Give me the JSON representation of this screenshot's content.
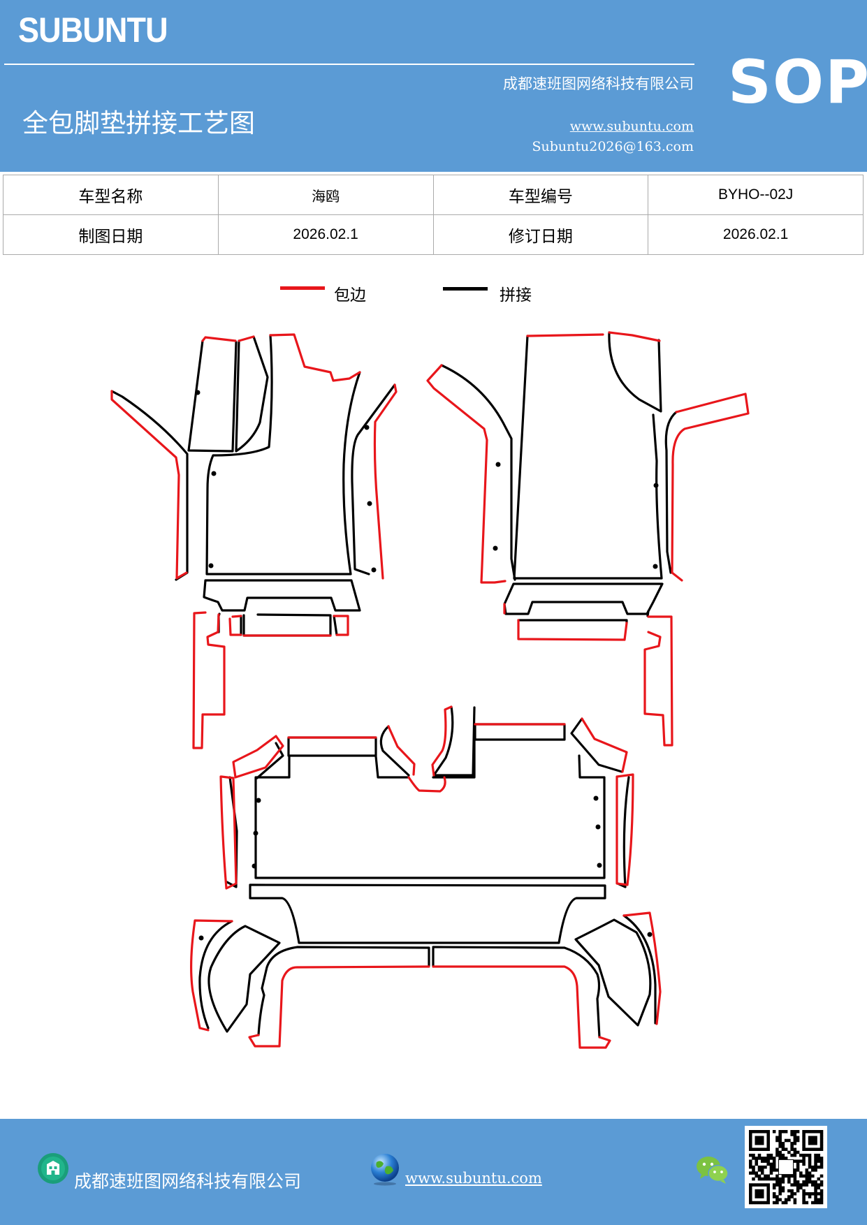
{
  "header": {
    "logo": "SUBUNTU",
    "badge": "SOP",
    "company": "成都速班图网络科技有限公司",
    "title": "全包脚垫拼接工艺图",
    "url": "www.subuntu.com",
    "email": "Subuntu2026@163.com"
  },
  "info_table": {
    "rows": [
      {
        "label1": "车型名称",
        "value1": "海鸥",
        "label2": "车型编号",
        "value2": "BYHO--02J"
      },
      {
        "label1": "制图日期",
        "value1": "2026.02.1",
        "label2": "修订日期",
        "value2": "2026.02.1"
      }
    ]
  },
  "legend": [
    {
      "label": "包边",
      "color": "#e8161b"
    },
    {
      "label": "拼接",
      "color": "#000000"
    }
  ],
  "footer": {
    "company": "成都速班图网络科技有限公司",
    "url": "www.subuntu.com "
  },
  "icons": [
    "building-icon",
    "globe-icon",
    "wechat-icon",
    "qr-code"
  ],
  "colors": {
    "brand_blue": "#5b9bd5",
    "edge_red": "#e8161b",
    "seam_black": "#000000"
  }
}
